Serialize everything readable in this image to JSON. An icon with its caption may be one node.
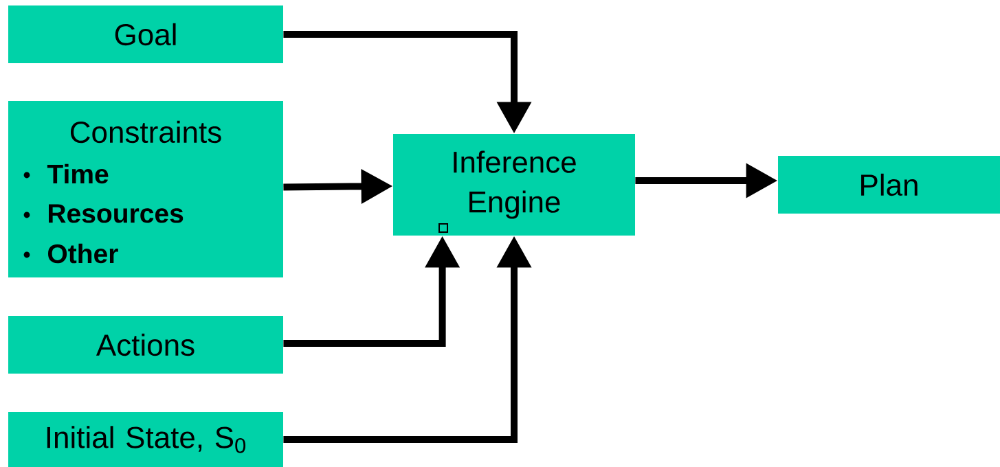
{
  "diagram": {
    "nodes": [
      {
        "text": [
          "Goal"
        ]
      },
      {
        "text": [
          "Constraints",
          "Time",
          "Resources",
          "Other"
        ]
      },
      {
        "text": [
          "Inference Engine"
        ]
      },
      {
        "text": [
          "Plan"
        ]
      },
      {
        "text": [
          "Actions"
        ]
      },
      {
        "text": [
          "Initial State, S$_{0}$"
        ]
      }
    ],
    "edges": [
      {
        "from": 0,
        "to": 2,
        "arrow": "to"
      },
      {
        "from": 1,
        "to": 2,
        "arrow": "to"
      },
      {
        "from": 4,
        "to": 2,
        "arrow": "to"
      },
      {
        "from": 5,
        "to": 2,
        "arrow": "to"
      },
      {
        "from": 2,
        "to": 3,
        "arrow": "to"
      }
    ]
  }
}
